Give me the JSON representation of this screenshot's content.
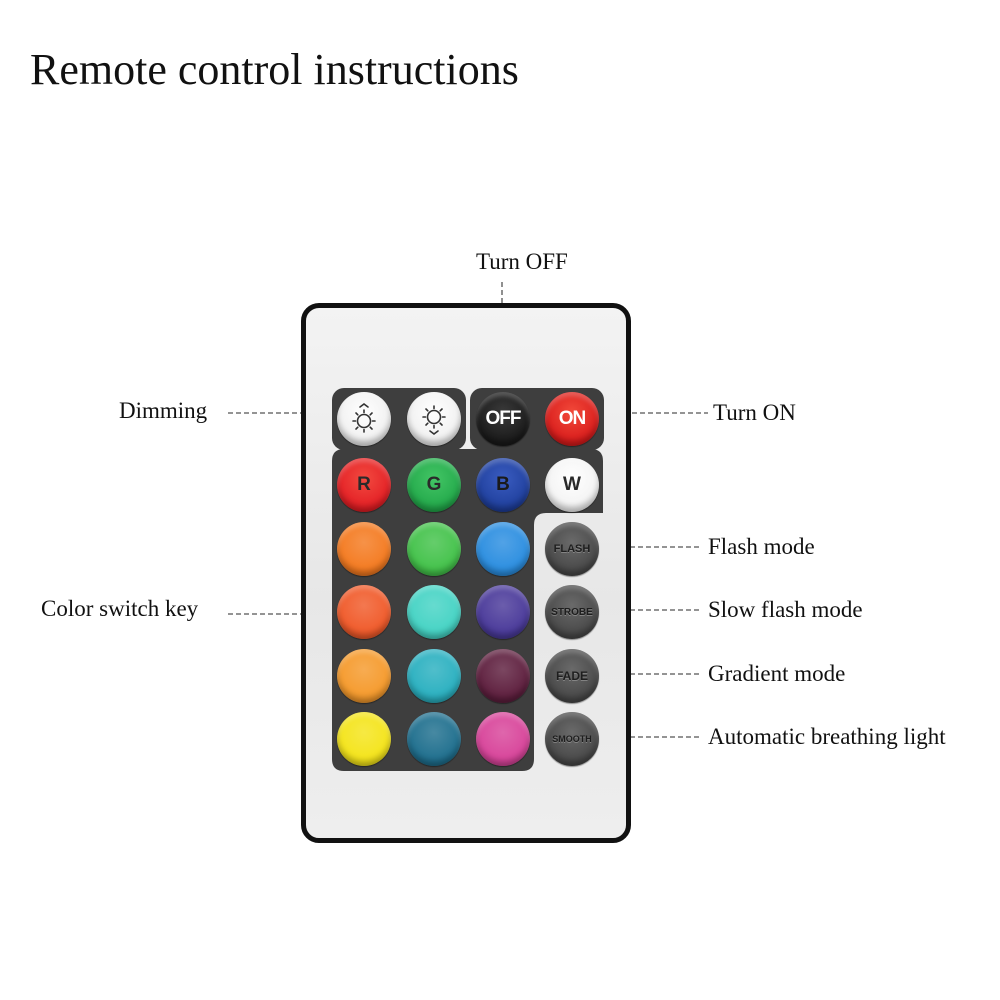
{
  "title": "Remote control instructions",
  "callouts": {
    "turn_off": "Turn OFF",
    "turn_on": "Turn ON",
    "dimming": "Dimming",
    "color_switch_key": "Color switch key",
    "flash_mode": "Flash mode",
    "slow_flash_mode": "Slow flash mode",
    "gradient_mode": "Gradient mode",
    "automatic_breathing_light": "Automatic breathing light"
  },
  "remote": {
    "top_buttons": [
      {
        "name": "brightness-up-button",
        "icon": "sun-up-icon",
        "label": "",
        "color": "#f2f2f2"
      },
      {
        "name": "brightness-down-button",
        "icon": "sun-down-icon",
        "label": "",
        "color": "#f2f2f2"
      },
      {
        "name": "off-button",
        "label": "OFF",
        "color": "#1f1f1f"
      },
      {
        "name": "on-button",
        "label": "ON",
        "color": "#e21f1f"
      }
    ],
    "letter_buttons": [
      {
        "name": "red-button",
        "label": "R",
        "color": "#e31e24"
      },
      {
        "name": "green-button",
        "label": "G",
        "color": "#22a84a"
      },
      {
        "name": "blue-button",
        "label": "B",
        "color": "#1f3f9c"
      },
      {
        "name": "white-button",
        "label": "W",
        "color": "#f5f5f5"
      }
    ],
    "color_grid": [
      [
        "#f47a20",
        "#43c24a",
        "#2b8ee0"
      ],
      [
        "#f05a2a",
        "#45d3c4",
        "#4a3a9a"
      ],
      [
        "#f59a2c",
        "#2ab0c0",
        "#5e1f3e"
      ],
      [
        "#f4e41a",
        "#1f6f8e",
        "#d8449a"
      ]
    ],
    "mode_buttons": [
      {
        "name": "flash-button",
        "label": "FLASH"
      },
      {
        "name": "strobe-button",
        "label": "STROBE"
      },
      {
        "name": "fade-button",
        "label": "FADE"
      },
      {
        "name": "smooth-button",
        "label": "SMOOTH"
      }
    ]
  }
}
